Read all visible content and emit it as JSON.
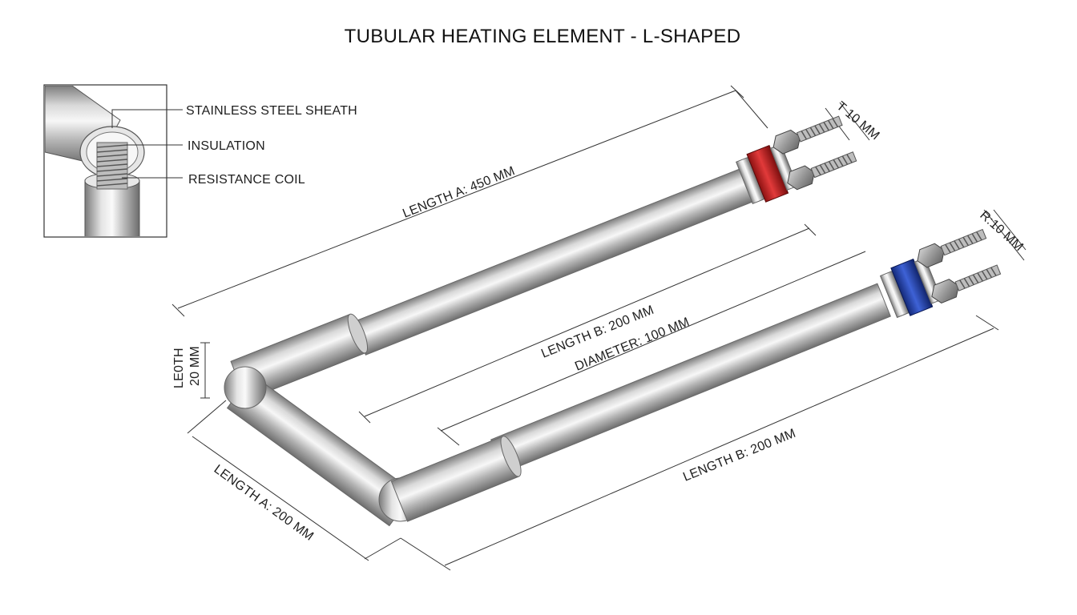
{
  "title": "TUBULAR HEATING ELEMENT - L-SHAPED",
  "inset": {
    "labels": {
      "sheath": "STAINLESS STEEL SHEATH",
      "insulation": "INSULATION",
      "coil": "RESISTANCE COIL"
    }
  },
  "dimensions": {
    "top_length": "LENGTH A: 450 MM",
    "middle_length": "LENGTH B: 200 MM",
    "diameter": "DIAMETER: 100 MM",
    "bottom_left_length": "LENGTH A: 200 MM",
    "bottom_right_length": "LENGTH B: 200 MM",
    "bend_line1": "LE0TH",
    "bend_line2": "20 MM",
    "terminal_top": "T 10 MM",
    "terminal_bottom": "R:10 MM"
  },
  "colors": {
    "collar_top": "#c81e1e",
    "collar_bottom": "#1f3fae",
    "steel_light": "#f2f2f2",
    "steel_dark": "#8a8a8a"
  }
}
